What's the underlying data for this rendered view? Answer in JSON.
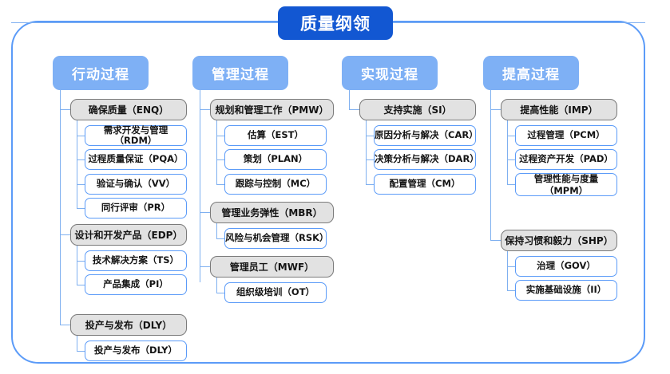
{
  "title": "质量纲领",
  "colors": {
    "title_bg": "#1257d2",
    "header_bg": "#7eb0f5",
    "frame_border": "#5b9bf8",
    "l1_bg": "#e2e2e2",
    "l1_border": "#7a7a7a",
    "l2_border": "#5b9bf8",
    "connector": "#7fb0f0"
  },
  "columns": [
    {
      "header": "行动过程",
      "groups": [
        {
          "l1": "确保质量（ENQ）",
          "children": [
            "需求开发与管理（RDM）",
            "过程质量保证（PQA）",
            "验证与确认（VV）",
            "同行评审（PR）"
          ]
        },
        {
          "l1": "设计和开发产品（EDP）",
          "children": [
            "技术解决方案（TS）",
            "产品集成（PI）"
          ]
        },
        {
          "l1": "投产与发布（DLY）",
          "children": [
            "投产与发布（DLY）"
          ]
        }
      ]
    },
    {
      "header": "管理过程",
      "groups": [
        {
          "l1": "规划和管理工作（PMW）",
          "children": [
            "估算（EST）",
            "策划（PLAN）",
            "跟踪与控制（MC）"
          ]
        },
        {
          "l1": "管理业务弹性（MBR）",
          "children": [
            "风险与机会管理（RSK）"
          ]
        },
        {
          "l1": "管理员工（MWF）",
          "children": [
            "组织级培训（OT）"
          ]
        }
      ]
    },
    {
      "header": "实现过程",
      "groups": [
        {
          "l1": "支持实施（SI）",
          "children": [
            "原因分析与解决（CAR）",
            "决策分析与解决（DAR）",
            "配置管理（CM）"
          ]
        }
      ]
    },
    {
      "header": "提高过程",
      "groups": [
        {
          "l1": "提高性能（IMP）",
          "children": [
            "过程管理（PCM）",
            "过程资产开发（PAD）",
            "管理性能与度量\n（MPM）"
          ]
        },
        {
          "l1": "保持习惯和毅力（SHP）",
          "children": [
            "治理（GOV）",
            "实施基础设施（II）"
          ]
        }
      ]
    }
  ]
}
